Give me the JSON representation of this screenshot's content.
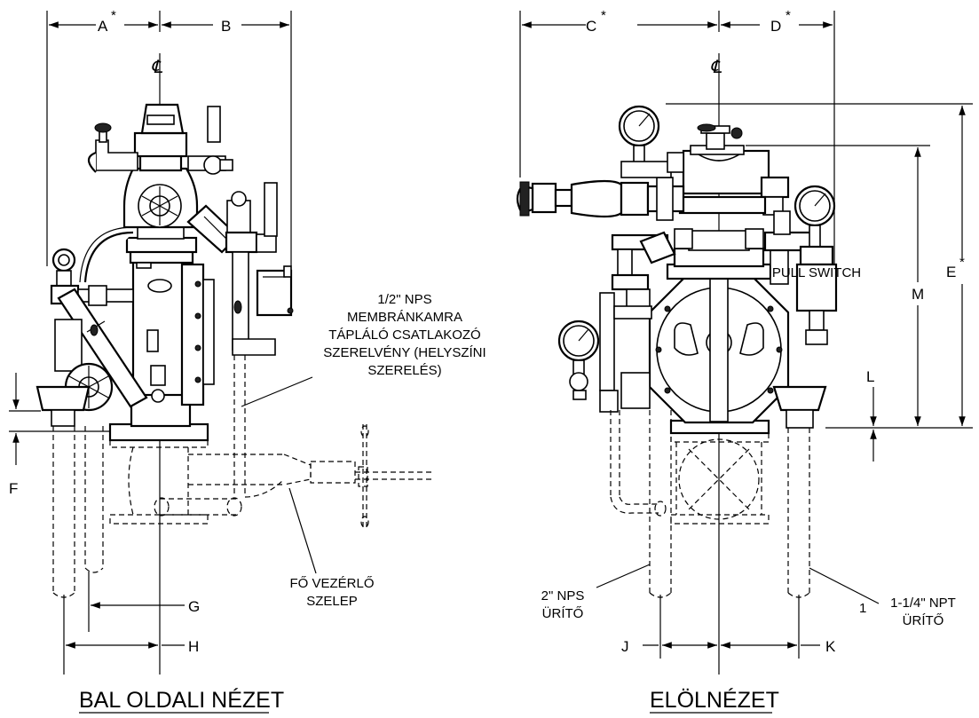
{
  "dimensions": {
    "a": "A",
    "b": "B",
    "c": "C",
    "d": "D",
    "e": "E",
    "f": "F",
    "g": "G",
    "h": "H",
    "j": "J",
    "k": "K",
    "l": "L",
    "m": "M",
    "asterisk": "*"
  },
  "centerline_symbol": "℄",
  "callouts": {
    "diaphragm_line1": "1/2\" NPS",
    "diaphragm_line2": "MEMBRÁNKAMRA",
    "diaphragm_line3": "TÁPLÁLÓ CSATLAKOZÓ",
    "diaphragm_line4": "SZERELVÉNY (HELYSZÍNI",
    "diaphragm_line5": "SZERELÉS)",
    "main_valve_line1": "FŐ VEZÉRLŐ",
    "main_valve_line2": "SZELEP",
    "drain2_line1": "2\" NPS",
    "drain2_line2": "ÜRÍTŐ",
    "drain114_line1": "1-1/4\" NPT",
    "drain114_line2": "ÜRÍTŐ",
    "stray_mark": "1"
  },
  "views": {
    "left_title": "BAL OLDALI NÉZET",
    "front_title": "ELÖLNÉZET"
  },
  "tags": {
    "alarm_switch": "PULL SWITCH"
  }
}
